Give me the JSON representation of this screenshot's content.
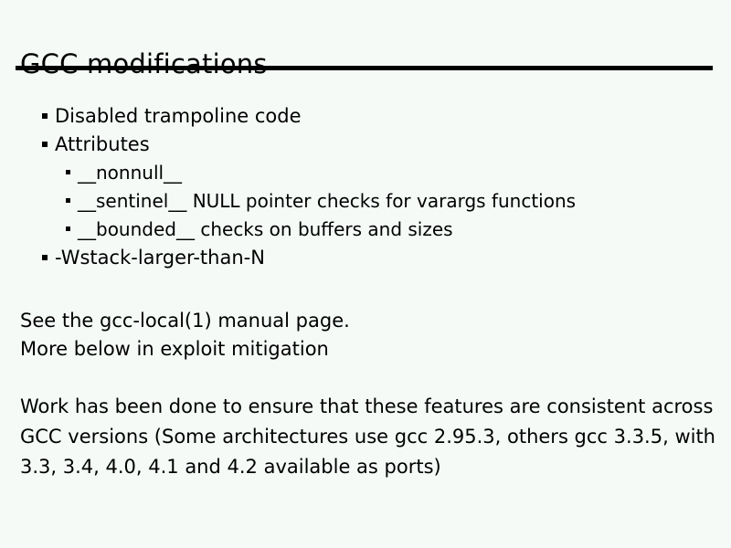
{
  "slide": {
    "title": "GCC modifications",
    "background_color": "#f5faf7",
    "text_color": "#000000",
    "rule_color": "#000000"
  },
  "bullets": [
    {
      "level": 1,
      "text": "Disabled trampoline code"
    },
    {
      "level": 1,
      "text": "Attributes"
    },
    {
      "level": 2,
      "text": "__nonnull__"
    },
    {
      "level": 2,
      "text": "__sentinel__ NULL pointer checks for varargs functions"
    },
    {
      "level": 2,
      "text": "__bounded__ checks on buffers and sizes"
    },
    {
      "level": 1,
      "text": "-Wstack-larger-than-N"
    }
  ],
  "notes": [
    "See the gcc-local(1) manual page.",
    "More below in exploit mitigation"
  ],
  "summary": [
    "Work has been done to ensure that these features are consistent across",
    "GCC versions (Some architectures use gcc 2.95.3, others gcc 3.3.5, with",
    "3.3, 3.4, 4.0, 4.1 and 4.2 available as ports)"
  ]
}
